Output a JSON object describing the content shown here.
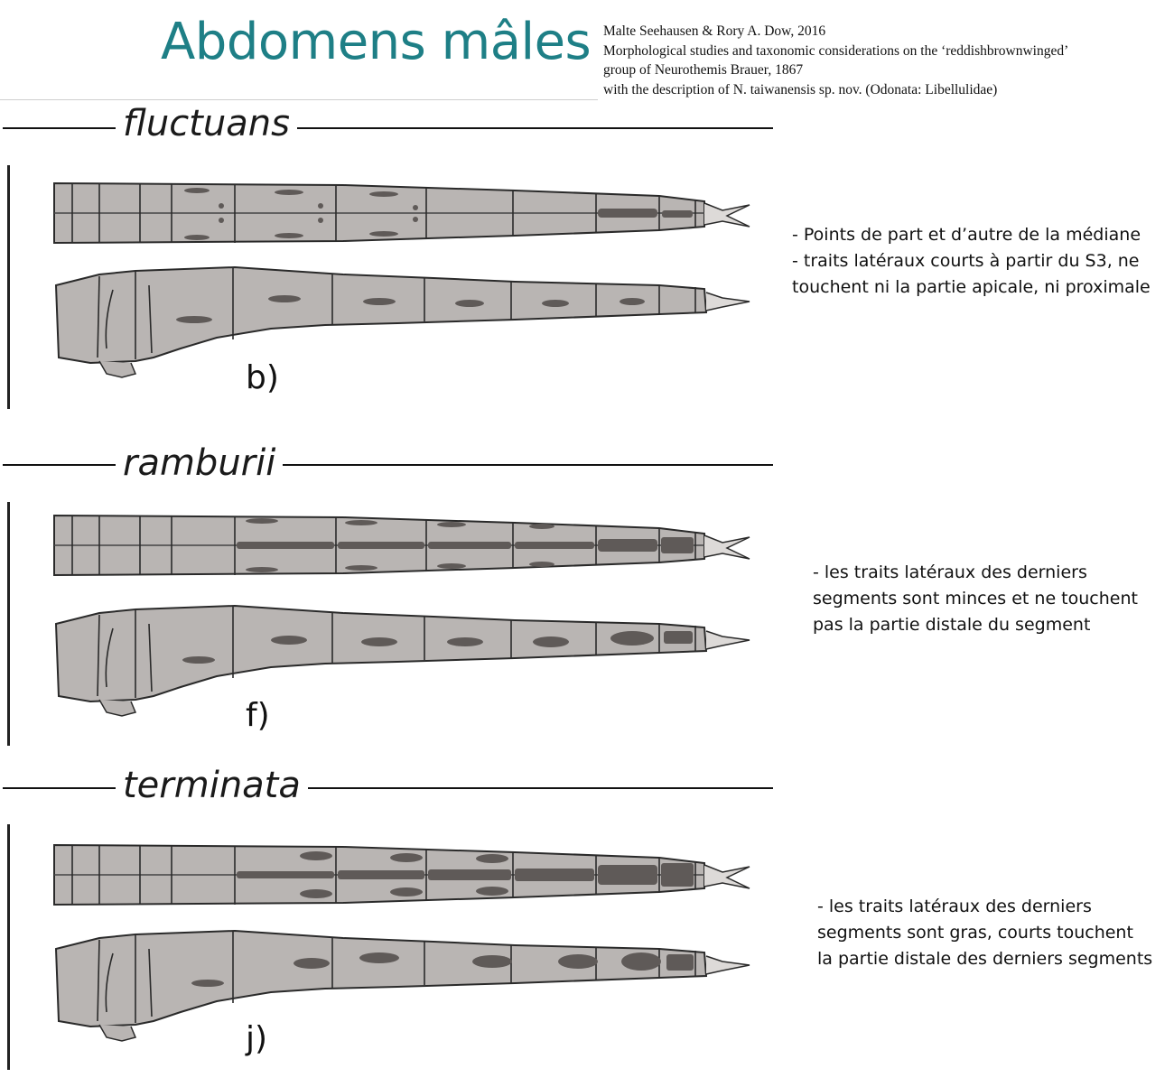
{
  "title": "Abdomens mâles",
  "reference": [
    "Malte Seehausen & Rory A. Dow, 2016",
    "Morphological studies and taxonomic considerations on the ‘reddishbrownwinged’",
    "group of Neurothemis Brauer, 1867",
    "with the description of N. taiwanensis sp. nov. (Odonata: Libellulidae)"
  ],
  "species": [
    {
      "name": "fluctuans",
      "panel": "b)",
      "notes": [
        "- Points de part et d’autre de la médiane",
        "- traits latéraux courts à partir du S3, ne",
        "touchent ni la partie apicale, ni proximale"
      ]
    },
    {
      "name": "ramburii",
      "panel": "f)",
      "notes": [
        "- les traits latéraux des derniers",
        "segments sont minces et ne touchent",
        "pas la partie distale du segment"
      ]
    },
    {
      "name": "terminata",
      "panel": "j)",
      "notes": [
        "- les traits latéraux des derniers",
        "segments sont gras, courts touchent",
        "la partie distale des derniers segments"
      ]
    }
  ],
  "colors": {
    "title": "#1e7f86",
    "abdomen_fill": "#b9b5b3",
    "abdomen_mark": "#5f5a58",
    "outline": "#2a2a2a"
  }
}
